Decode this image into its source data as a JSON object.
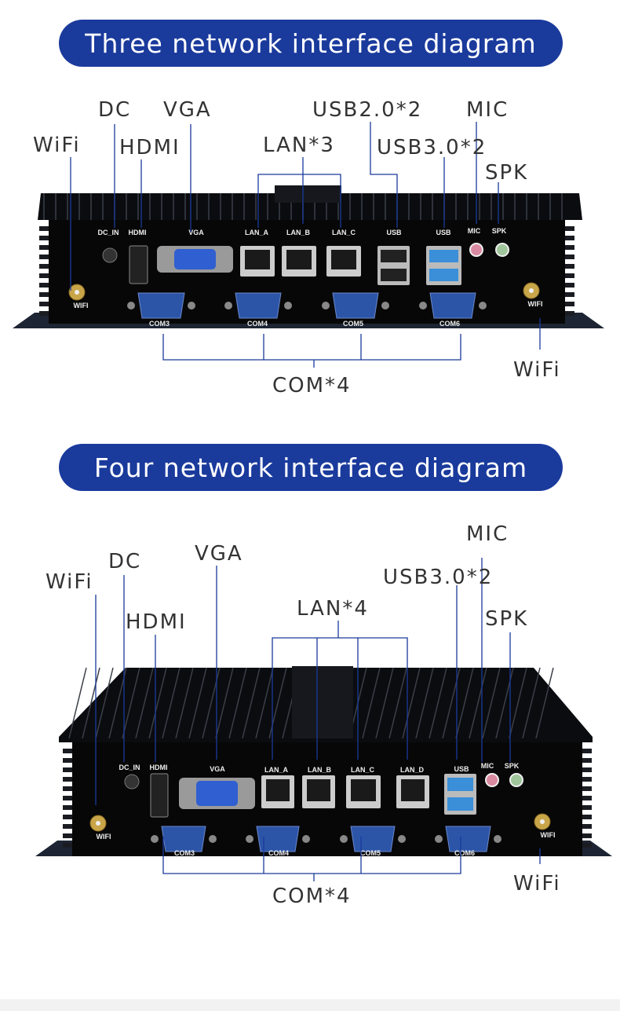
{
  "diagram1": {
    "title": "Three network interface diagram",
    "labels": {
      "dc": "DC",
      "vga": "VGA",
      "usb2": "USB2.0*2",
      "mic": "MIC",
      "wifi_left": "WiFi",
      "hdmi": "HDMI",
      "lan": "LAN*3",
      "usb3": "USB3.0*2",
      "spk": "SPK",
      "com": "COM*4",
      "wifi_right": "WiFi"
    },
    "ports": {
      "dc": "DC_IN",
      "hdmi": "HDMI",
      "vga": "VGA",
      "lan_a": "LAN_A",
      "lan_b": "LAN_B",
      "lan_c": "LAN_C",
      "usb2": "USB",
      "usb3": "USB",
      "mic": "MIC",
      "spk": "SPK",
      "wifi_l": "WIFI",
      "wifi_r": "WIFI",
      "com3": "COM3",
      "com4": "COM4",
      "com5": "COM5",
      "com6": "COM6"
    }
  },
  "diagram2": {
    "title": "Four network interface diagram",
    "labels": {
      "mic": "MIC",
      "dc": "DC",
      "vga": "VGA",
      "wifi_left": "WiFi",
      "usb3": "USB3.0*2",
      "lan": "LAN*4",
      "hdmi": "HDMI",
      "spk": "SPK",
      "com": "COM*4",
      "wifi_right": "WiFi"
    },
    "ports": {
      "dc": "DC_IN",
      "hdmi": "HDMI",
      "vga": "VGA",
      "lan_a": "LAN_A",
      "lan_b": "LAN_B",
      "lan_c": "LAN_C",
      "lan_d": "LAN_D",
      "usb3": "USB",
      "mic": "MIC",
      "spk": "SPK",
      "wifi_l": "WIFI",
      "wifi_r": "WIFI",
      "com3": "COM3",
      "com4": "COM4",
      "com5": "COM5",
      "com6": "COM6"
    }
  },
  "colors": {
    "banner": "#1a3a9c",
    "leader": "#1a3a9c",
    "device": "#111111"
  }
}
